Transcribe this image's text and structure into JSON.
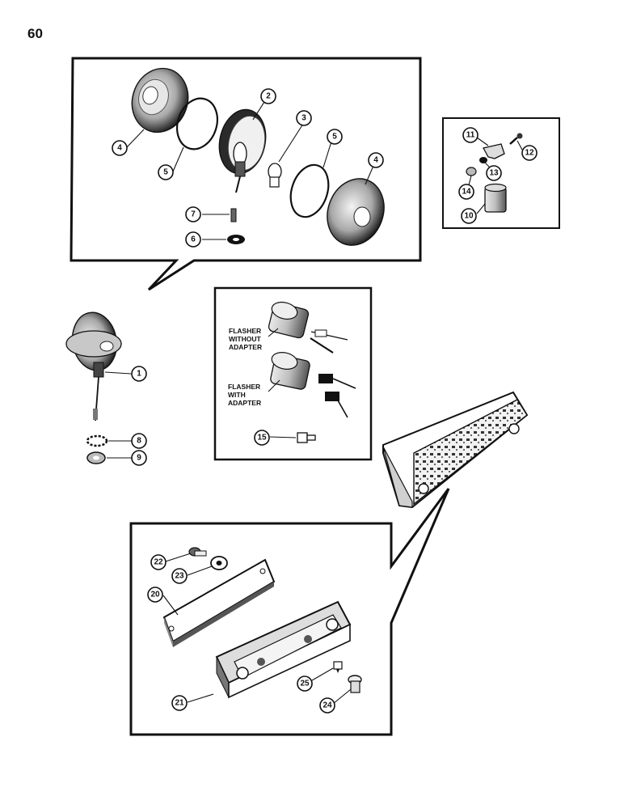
{
  "page_number": "60",
  "flasher_labels": {
    "without_adapter": [
      "FLASHER",
      "WITHOUT",
      "ADAPTER"
    ],
    "with_adapter": [
      "FLASHER",
      "WITH",
      "ADAPTER"
    ]
  },
  "callouts": {
    "lamp_detail": [
      "4",
      "5",
      "2",
      "3",
      "5",
      "4",
      "7",
      "6"
    ],
    "flasher_detail": [
      "11",
      "12",
      "13",
      "14",
      "10"
    ],
    "lamp_assembly": [
      "1",
      "8",
      "9"
    ],
    "adapter": [
      "15"
    ],
    "panel_detail": [
      "22",
      "23",
      "20",
      "21",
      "25",
      "24"
    ]
  }
}
